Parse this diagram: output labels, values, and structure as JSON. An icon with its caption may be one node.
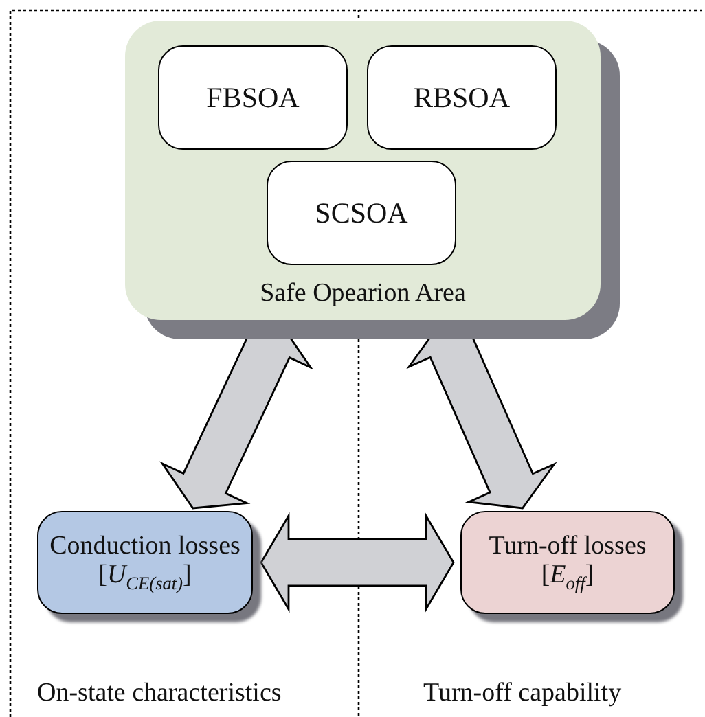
{
  "diagram": {
    "nodes": [
      {
        "text": [
          "Safe Opearion Area"
        ]
      },
      {
        "text": [
          "FBSOA"
        ],
        "in": 0
      },
      {
        "text": [
          "RBSOA"
        ],
        "in": 0
      },
      {
        "text": [
          "SCSOA"
        ],
        "in": 0
      },
      {
        "text": [
          "Conduction losses [*U*$_{CE(sat)}$]"
        ]
      },
      {
        "text": [
          "Turn-off losses [*E*$_{off}$]"
        ]
      }
    ],
    "edges": [
      {
        "from": 0,
        "to": 4,
        "arrow": "both"
      },
      {
        "from": 0,
        "to": 5,
        "arrow": "both"
      },
      {
        "from": 4,
        "to": 5,
        "arrow": "both"
      }
    ],
    "labels": [
      "On-state characteristics",
      "Turn-off capability"
    ]
  }
}
